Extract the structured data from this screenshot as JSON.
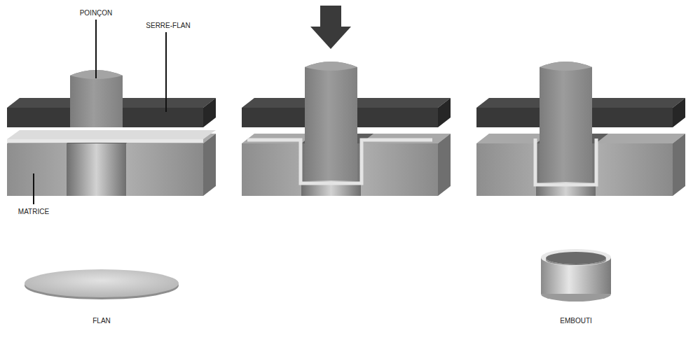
{
  "diagram": {
    "labels": [
      "POINÇON",
      "SERRE-FLAN",
      "MATRICE",
      "FLAN",
      "EMBOUTI"
    ]
  }
}
